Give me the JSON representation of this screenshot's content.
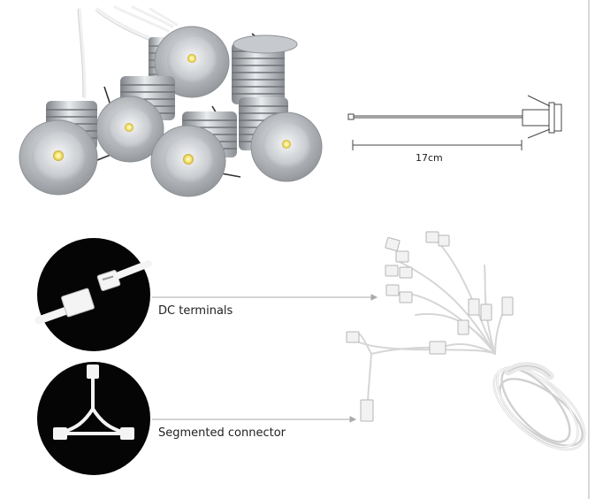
{
  "labels": {
    "dimension": "17cm",
    "dc_terminals": "DC terminals",
    "segmented_connector": "Segmented connector"
  },
  "icons": {
    "product_photo": "led-downlight-group-icon",
    "cable_diagram": "cable-dimension-drawing-icon",
    "dc_terminal": "dc-terminal-connector-icon",
    "splitter": "segmented-splitter-connector-icon",
    "wire_bundle": "wire-harness-bundle-icon"
  },
  "colors": {
    "background": "#ffffff",
    "circle_fill": "#050505",
    "metal": "#b9bcc0",
    "wire": "#f3f3f3",
    "leader_line": "#aaaaaa",
    "text": "#222222"
  }
}
